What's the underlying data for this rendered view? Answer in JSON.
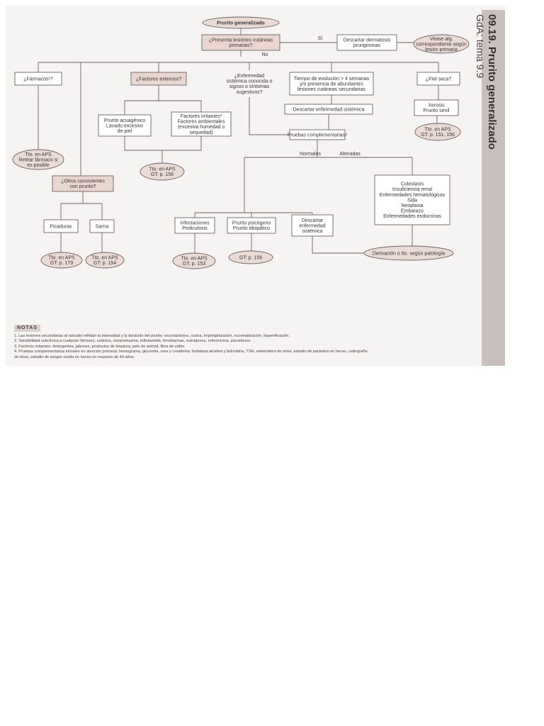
{
  "sidebar": {
    "title": "09.19. Prurito generalizado",
    "subtitle": "GdA: tema 9.9"
  },
  "nodes": [
    {
      "id": "root",
      "shape": "ellipse",
      "lines": [
        "Prurito generalizado"
      ],
      "bold": true
    },
    {
      "id": "q1",
      "shape": "box",
      "shaded": true,
      "lines": [
        "¿Presenta lesiones cutáneas",
        "primarias?"
      ]
    },
    {
      "id": "descartar_derm",
      "shape": "box",
      "lines": [
        "Descartar dermatosis",
        "pruriginosas"
      ]
    },
    {
      "id": "vease",
      "shape": "ellipse",
      "lines": [
        "Véase alg.",
        "correspondiente según",
        "lesión primaria"
      ]
    },
    {
      "id": "farmacos",
      "shape": "box",
      "lines": [
        "¿Fármacos¹?"
      ]
    },
    {
      "id": "fact_ext",
      "shape": "box",
      "shaded": true,
      "lines": [
        "¿Factores externos?"
      ]
    },
    {
      "id": "enf_sist",
      "shape": "plain",
      "lines": [
        "¿Enfermedad",
        "sistémica conocida o",
        "signos o síntomas",
        "sugestivos?"
      ]
    },
    {
      "id": "tiempo",
      "shape": "box",
      "lines": [
        "Tiempo de evolución > 4 semanas",
        "y/o presencia de abundantes",
        "lesiones cutáneas secundarias"
      ]
    },
    {
      "id": "piel_seca",
      "shape": "box",
      "lines": [
        "¿Piel seca?"
      ]
    },
    {
      "id": "descartar_sub",
      "shape": "box",
      "lines": [
        "Descartar enfermedad sistémica"
      ]
    },
    {
      "id": "xerosis",
      "shape": "box",
      "lines": [
        "Xerosis",
        "Prurito senil"
      ]
    },
    {
      "id": "tto_aps_151",
      "shape": "ellipse",
      "lines": [
        "Tto. en APS",
        "GT: p. 151, 156"
      ]
    },
    {
      "id": "prurito_acuag",
      "shape": "box",
      "lines": [
        "Prurito acuagénico",
        "Lavado excesivo",
        "de piel"
      ]
    },
    {
      "id": "fact_irrit",
      "shape": "box",
      "lines": [
        "Factores irritantes³",
        "Factores ambientales",
        "(excesiva humedad o",
        "sequedad)"
      ]
    },
    {
      "id": "pruebas",
      "shape": "box",
      "lines": [
        "Pruebas complementarias⁴"
      ]
    },
    {
      "id": "tto_aps_far",
      "shape": "ellipse",
      "lines": [
        "Tto. en APS",
        "Retirar fármaco si",
        "es posible"
      ]
    },
    {
      "id": "tto_aps_156",
      "shape": "ellipse",
      "lines": [
        "Tto. en APS",
        "GT: p. 156"
      ]
    },
    {
      "id": "otros_conv",
      "shape": "box",
      "shaded": true,
      "lines": [
        "¿Otros convivientes",
        "con prurito?"
      ]
    },
    {
      "id": "colestasis",
      "shape": "box",
      "lines": [
        "Colestasis",
        "Insuficiencia renal",
        "Enfermedades hematológicas",
        "Sida",
        "Neoplasia",
        "Embarazo",
        "Enfermedades endocrinas"
      ]
    },
    {
      "id": "picaduras",
      "shape": "box",
      "lines": [
        "Picaduras"
      ]
    },
    {
      "id": "sarna",
      "shape": "box",
      "lines": [
        "Sarna"
      ]
    },
    {
      "id": "infest",
      "shape": "box",
      "lines": [
        "Infestaciones",
        "Pediculosis"
      ]
    },
    {
      "id": "psicog",
      "shape": "box",
      "lines": [
        "Prurito psicógeno",
        "Prurito idiopático"
      ]
    },
    {
      "id": "descartar_sist2",
      "shape": "box",
      "lines": [
        "Descartar",
        "enfermedad",
        "sistémica"
      ]
    },
    {
      "id": "tto_179",
      "shape": "ellipse",
      "lines": [
        "Tto. en APS",
        "GT: p. 179"
      ]
    },
    {
      "id": "tto_154",
      "shape": "ellipse",
      "lines": [
        "Tto. en APS",
        "GT: p. 154"
      ]
    },
    {
      "id": "tto_153",
      "shape": "ellipse",
      "lines": [
        "Tto. en APS",
        "GT: p. 153"
      ]
    },
    {
      "id": "gt_156",
      "shape": "ellipse",
      "lines": [
        "GT: p. 156"
      ]
    },
    {
      "id": "derivacion",
      "shape": "ellipse",
      "lines": [
        "Derivación o tto. según patología"
      ]
    }
  ],
  "edge_labels": {
    "si": "Sí",
    "no": "No",
    "normales": "Normales",
    "alteradas": "Alteradas"
  },
  "notes": {
    "title": "NOTAS",
    "lines": [
      "1. Las lesiones secundarias al rascado reflejan la intensidad y la duración del prurito: excoriaciones, costra, impetiginización, eccematización, liquenificación.",
      "2. Sensibilidad subclínica a cualquier fármaco, codeína, clorpromazina, tolbutamida, fenotiazinas, estrógenos, eritromicina, psoralenos.",
      "3. Factores irritantes: detergentes, jabones, productos de limpieza, pelo de animal, fibra de vidrio.",
      "4. Pruebas complementarias iniciales en atención primaria: hemograma, glucemia, urea y creatinina, fosfatasa alcalina y bilirrubina, TSH, sistemático de orina, estudio de parásitos en heces, radiografía",
      "de tórax, estudio de sangre oculta en heces en mayores de 40 años."
    ]
  },
  "colors": {
    "shaded_box": "#ead6d1",
    "ellipse_fill": "#eadbd7",
    "sidebar": "#c9bfbc"
  }
}
